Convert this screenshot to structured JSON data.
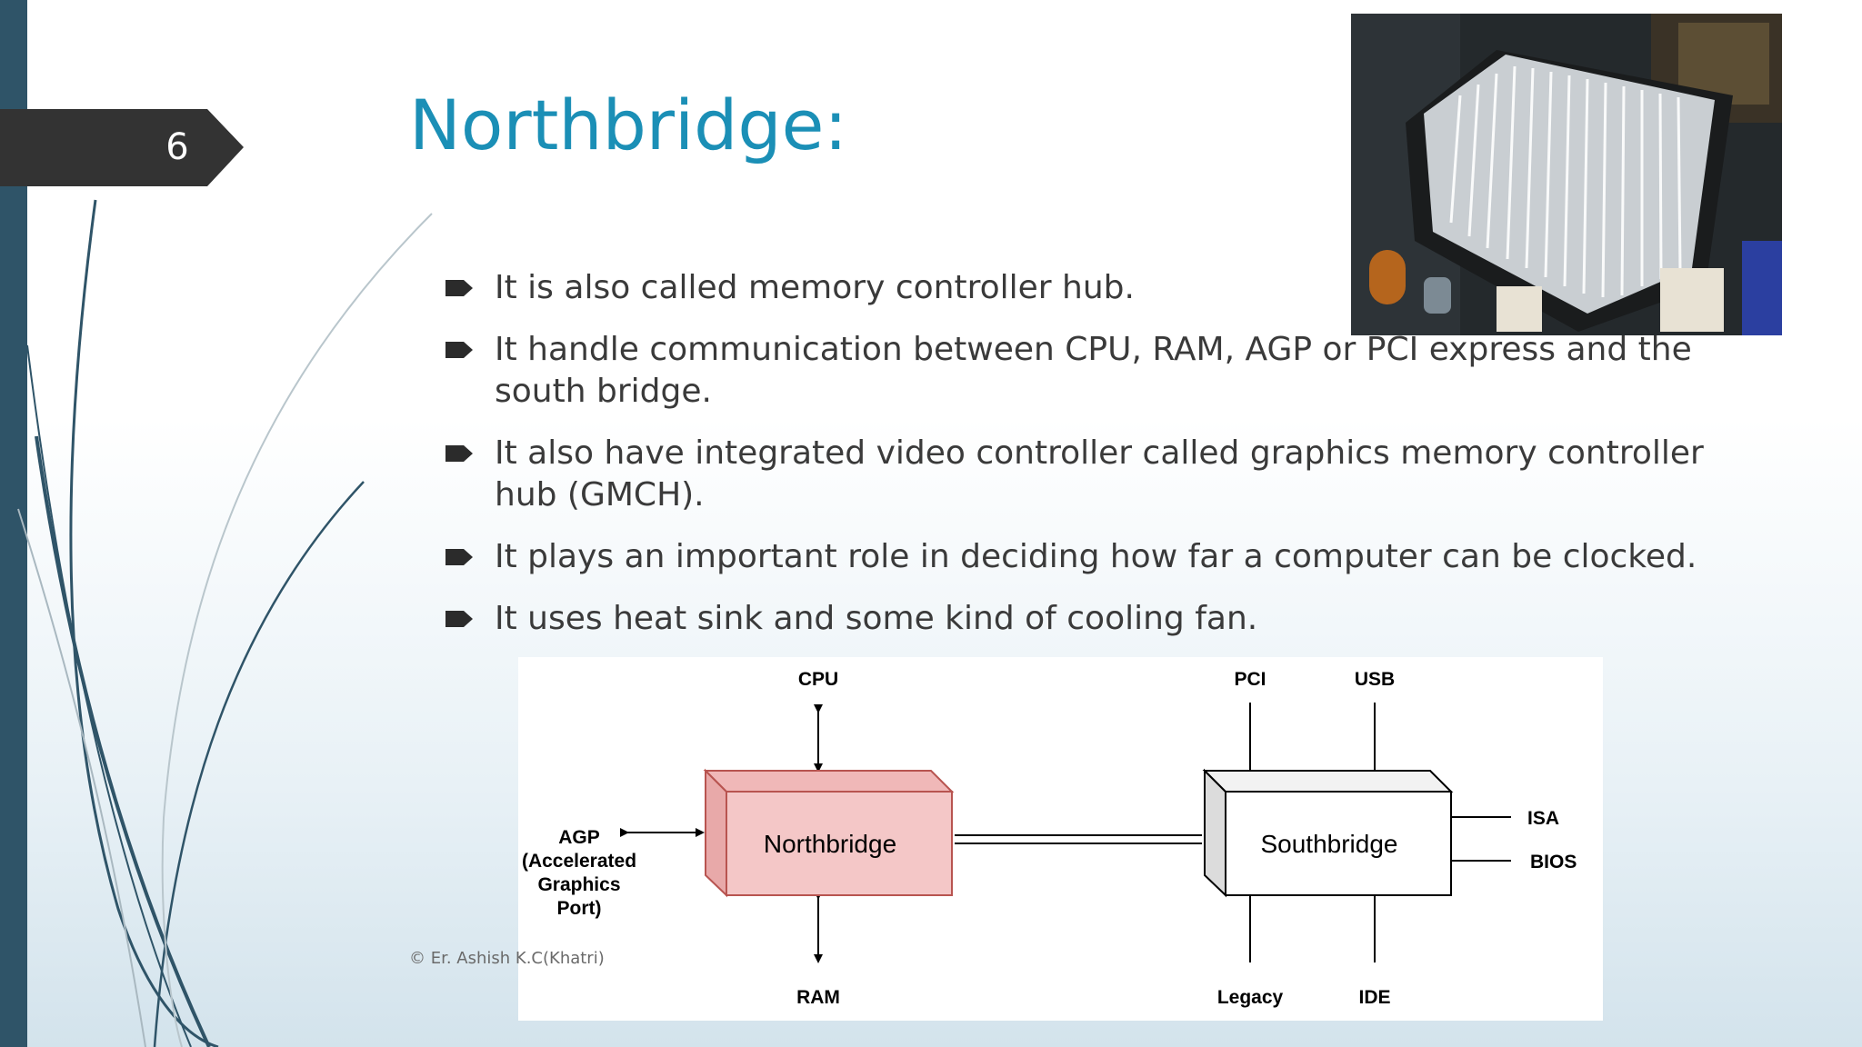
{
  "slide": {
    "number": "6",
    "title": "Northbridge:",
    "footer": "© Er. Ashish K.C(Khatri)"
  },
  "bullets": [
    "It is also called memory controller hub.",
    "It handle communication between CPU, RAM, AGP or PCI express and the south bridge.",
    "It also have integrated video controller called graphics memory controller hub (GMCH).",
    "It plays an important role in deciding how far a computer can be clocked.",
    "It uses heat sink and some kind of cooling fan."
  ],
  "diagram": {
    "northbridge": "Northbridge",
    "southbridge": "Southbridge",
    "cpu": "CPU",
    "ram": "RAM",
    "agp_lines": [
      "AGP",
      "(Accelerated",
      "Graphics",
      "Port)"
    ],
    "pci": "PCI",
    "usb": "USB",
    "isa": "ISA",
    "bios": "BIOS",
    "legacy": "Legacy",
    "ide": "IDE"
  },
  "colors": {
    "title": "#1b8fb6",
    "left_strip": "#2f5468",
    "slide_tab": "#333333",
    "northbridge_fill": "#f4c7c7",
    "northbridge_stroke": "#b85450"
  }
}
